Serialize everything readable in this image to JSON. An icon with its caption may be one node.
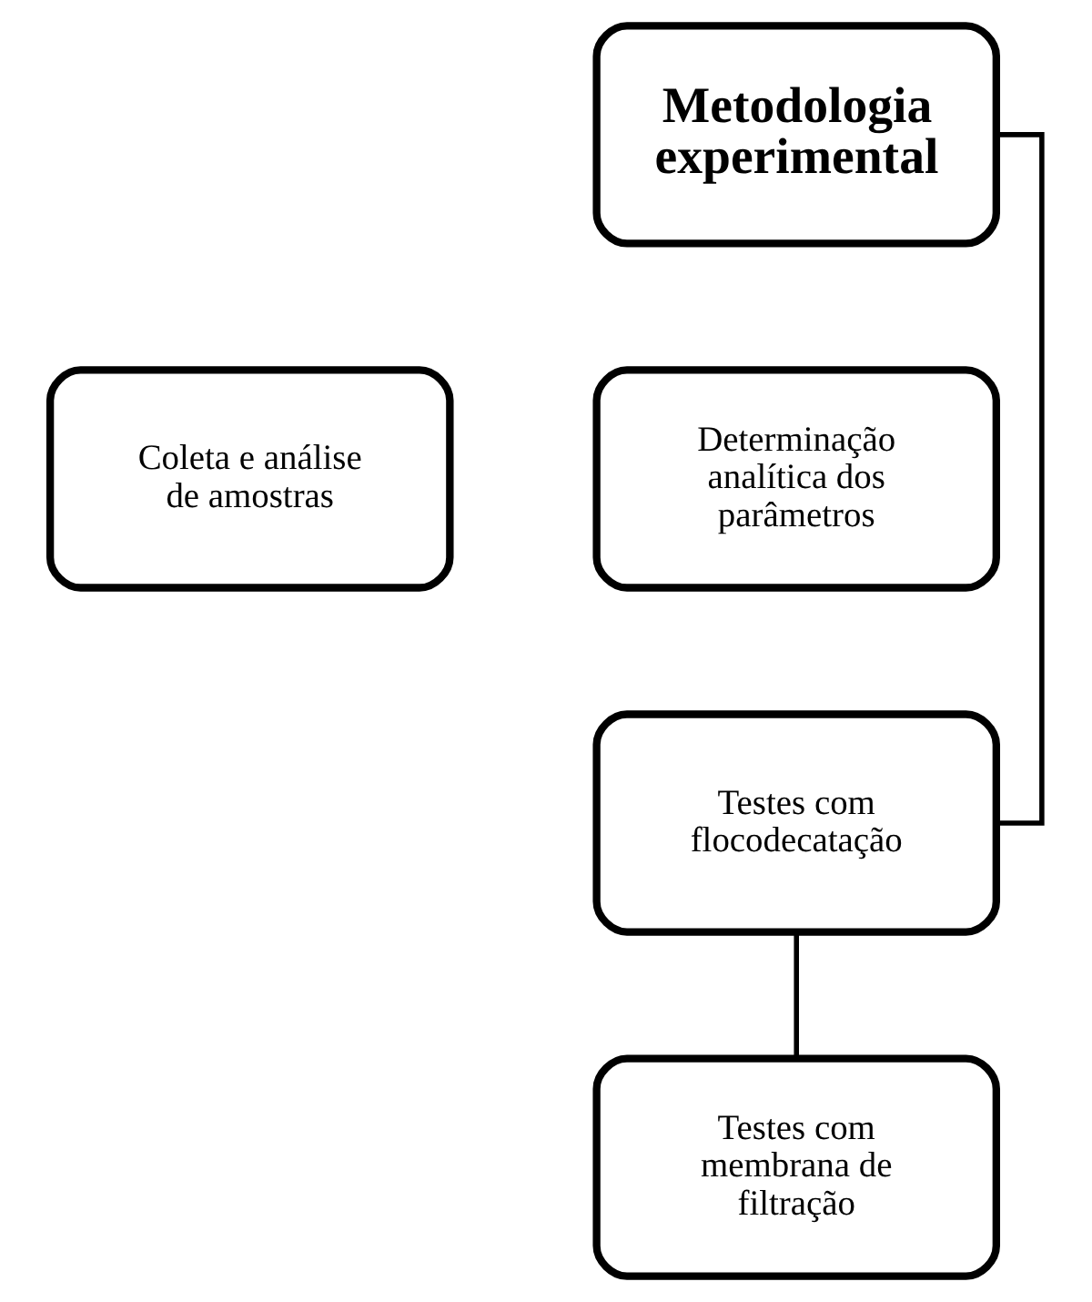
{
  "diagram": {
    "nodes": [
      {
        "text": [
          "Metodologia experimental"
        ]
      },
      {
        "text": [
          "Coleta e análise de amostras"
        ]
      },
      {
        "text": [
          "Determinação analítica dos parâmetros"
        ]
      },
      {
        "text": [
          "Testes com flocodecatação"
        ]
      },
      {
        "text": [
          "Testes com membrana de filtração"
        ]
      }
    ],
    "edges": [
      {
        "from": 0,
        "to": 3,
        "arrow": "none"
      },
      {
        "from": 3,
        "to": 4,
        "arrow": "none"
      }
    ]
  }
}
